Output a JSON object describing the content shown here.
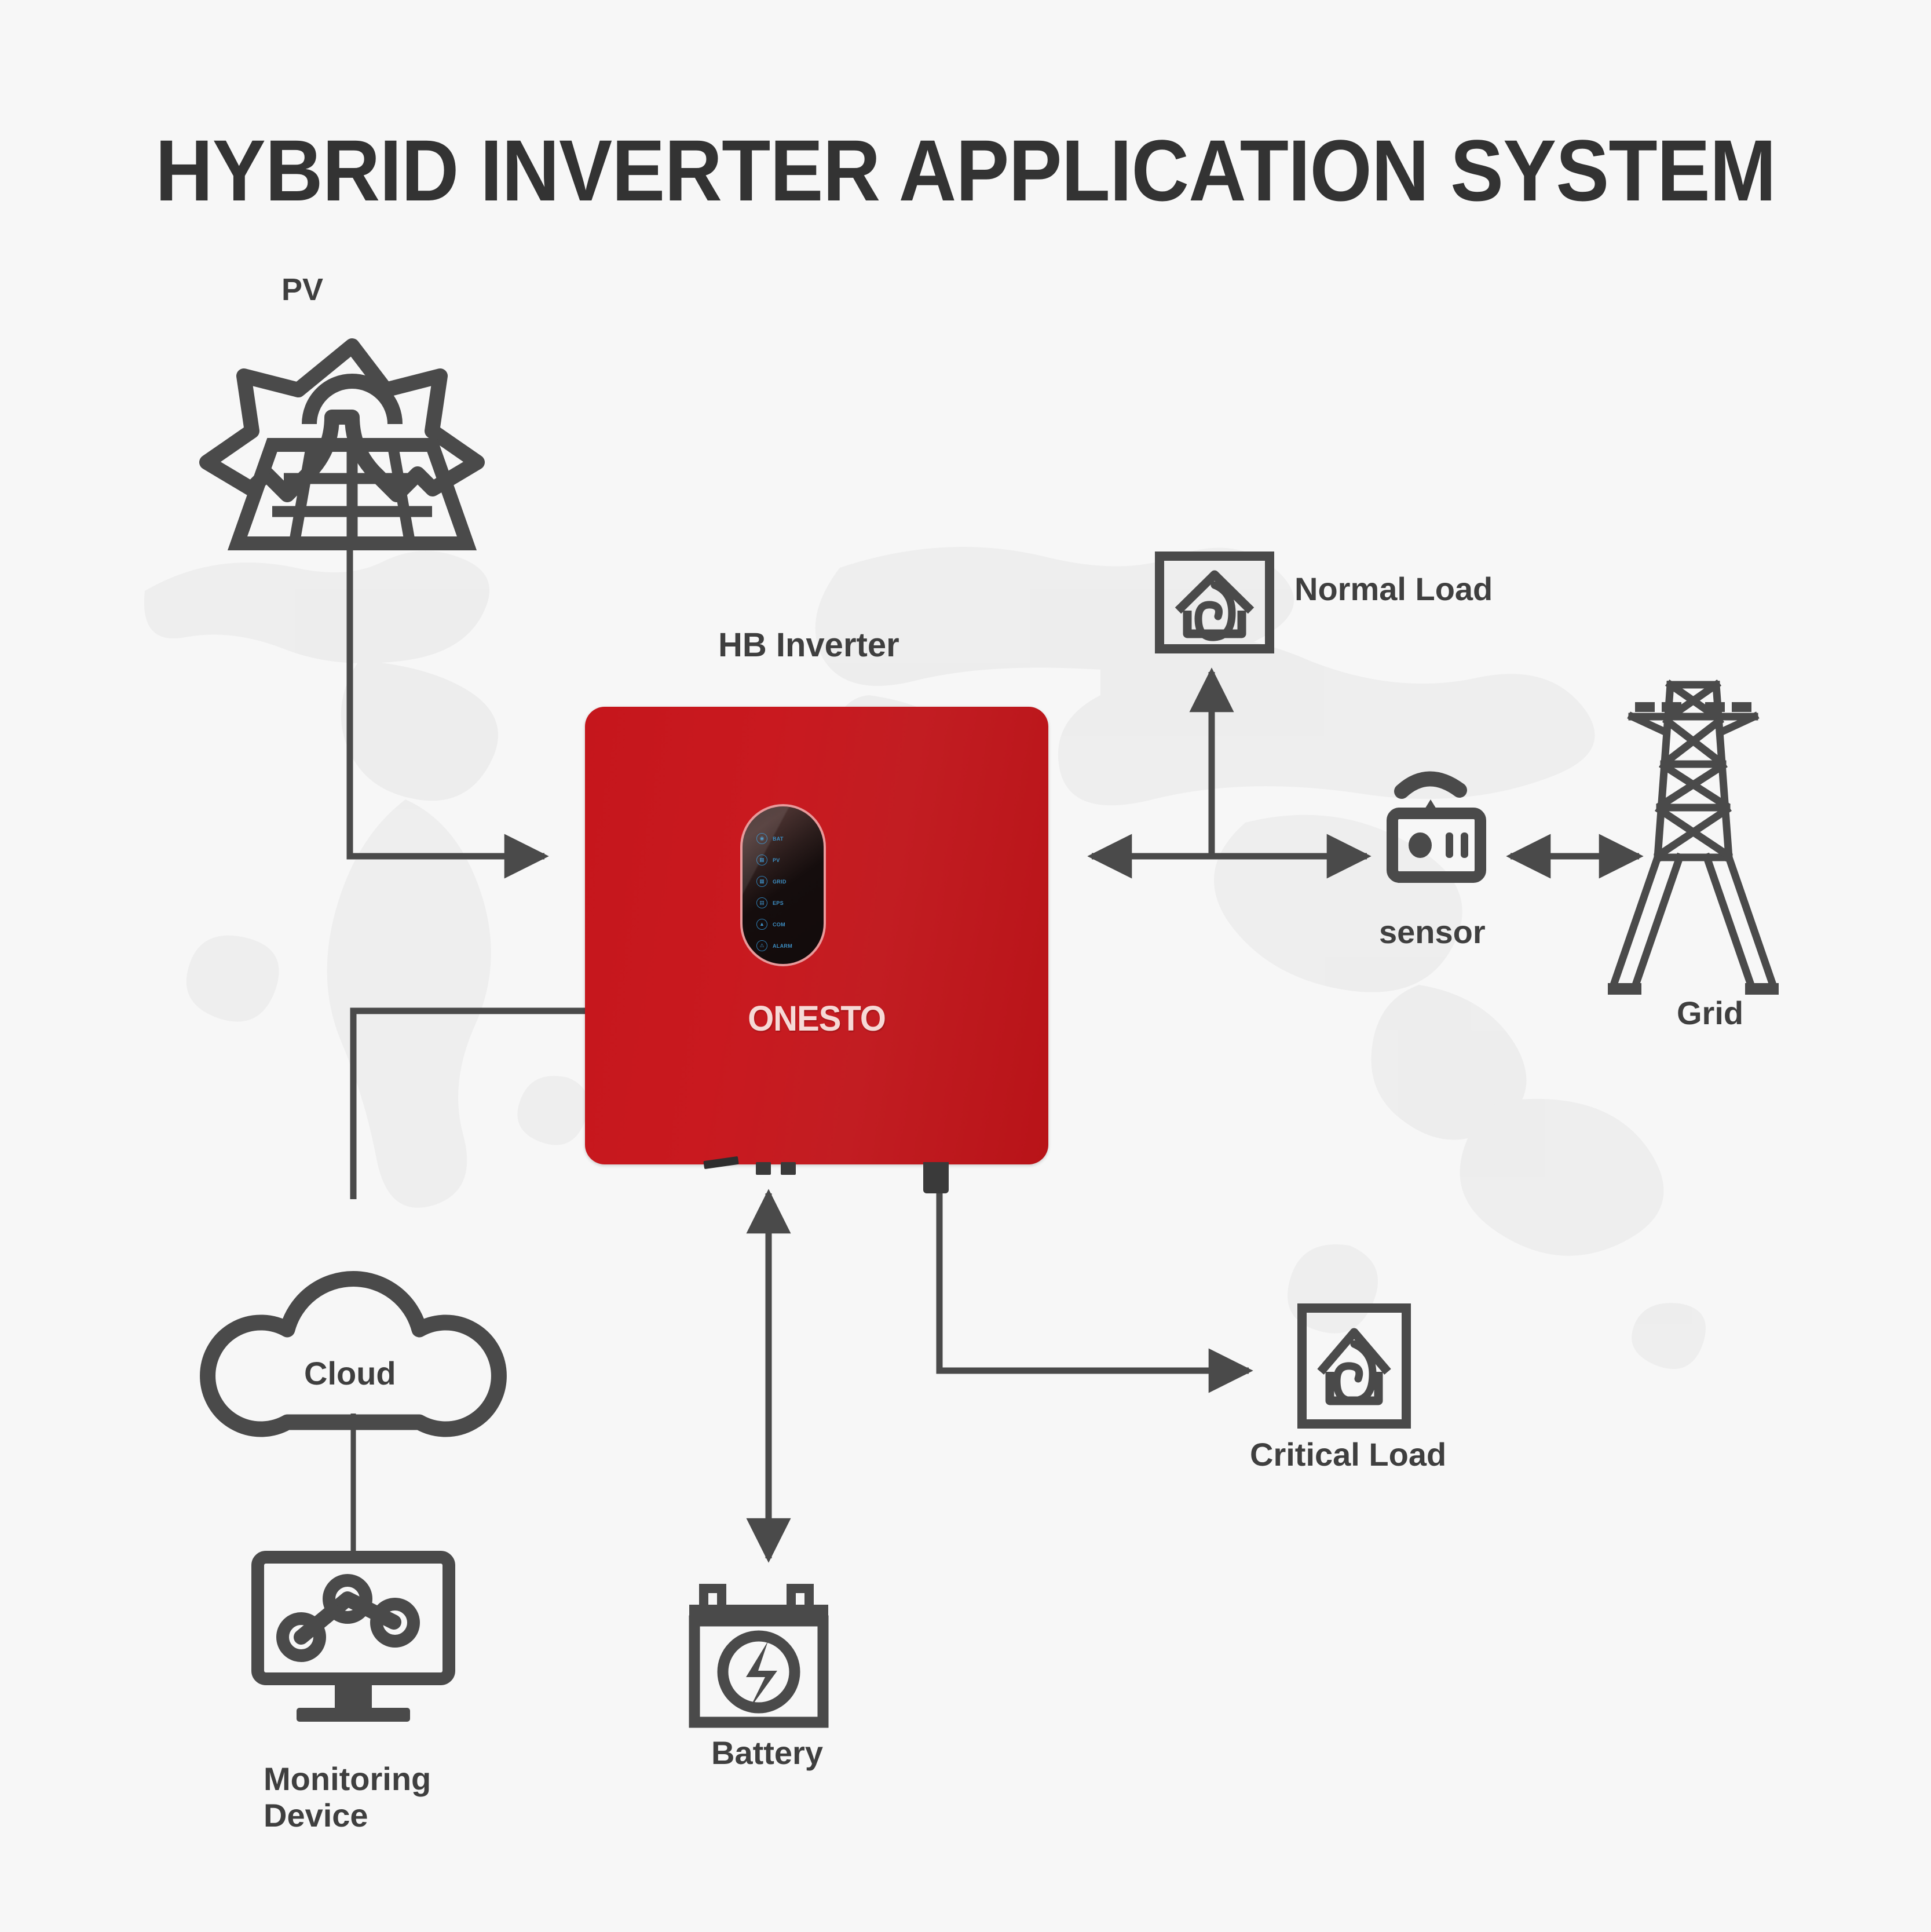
{
  "page": {
    "title": "HYBRID INVERTER APPLICATION SYSTEM",
    "background_color": "#f7f7f7",
    "line_color": "#4a4a4a",
    "accent_color": "#c21d22",
    "watermark": "world-map"
  },
  "nodes": {
    "pv": {
      "label": "PV",
      "icon": "solar-panel-icon"
    },
    "inverter": {
      "label": "HB Inverter",
      "brand": "ONESTO",
      "icon": "hybrid-inverter-icon",
      "body_color": "#c21d22",
      "screen": {
        "indicators": [
          {
            "name": "BAT",
            "icon": "battery-indicator-icon"
          },
          {
            "name": "PV",
            "icon": "pv-indicator-icon"
          },
          {
            "name": "GRID",
            "icon": "grid-indicator-icon"
          },
          {
            "name": "EPS",
            "icon": "eps-indicator-icon"
          },
          {
            "name": "COM",
            "icon": "com-indicator-icon"
          },
          {
            "name": "ALARM",
            "icon": "alarm-indicator-icon"
          }
        ]
      }
    },
    "normal_load": {
      "label": "Normal Load",
      "icon": "house-load-icon"
    },
    "sensor": {
      "label": "sensor",
      "icon": "sensor-meter-icon"
    },
    "grid": {
      "label": "Grid",
      "icon": "transmission-tower-icon"
    },
    "critical_load": {
      "label": "Critical Load",
      "icon": "house-load-icon"
    },
    "battery": {
      "label": "Battery",
      "icon": "battery-icon"
    },
    "cloud": {
      "label": "Cloud",
      "icon": "cloud-icon"
    },
    "monitoring_device": {
      "label": "Monitoring\nDevice",
      "icon": "monitor-chart-icon"
    }
  },
  "connections": [
    {
      "from": "pv",
      "to": "inverter",
      "style": "elbow",
      "arrows": "to"
    },
    {
      "from": "inverter",
      "to": "sensor",
      "style": "straight",
      "arrows": "both"
    },
    {
      "from": "sensor",
      "to": "grid",
      "style": "straight",
      "arrows": "both"
    },
    {
      "from": "bus",
      "to": "normal_load",
      "style": "straight",
      "arrows": "to"
    },
    {
      "from": "inverter",
      "to": "battery",
      "style": "straight",
      "arrows": "both"
    },
    {
      "from": "inverter",
      "to": "critical_load",
      "style": "elbow",
      "arrows": "to"
    },
    {
      "from": "inverter",
      "to": "cloud",
      "style": "elbow",
      "arrows": "none"
    },
    {
      "from": "cloud",
      "to": "monitoring_device",
      "style": "straight",
      "arrows": "none"
    }
  ]
}
